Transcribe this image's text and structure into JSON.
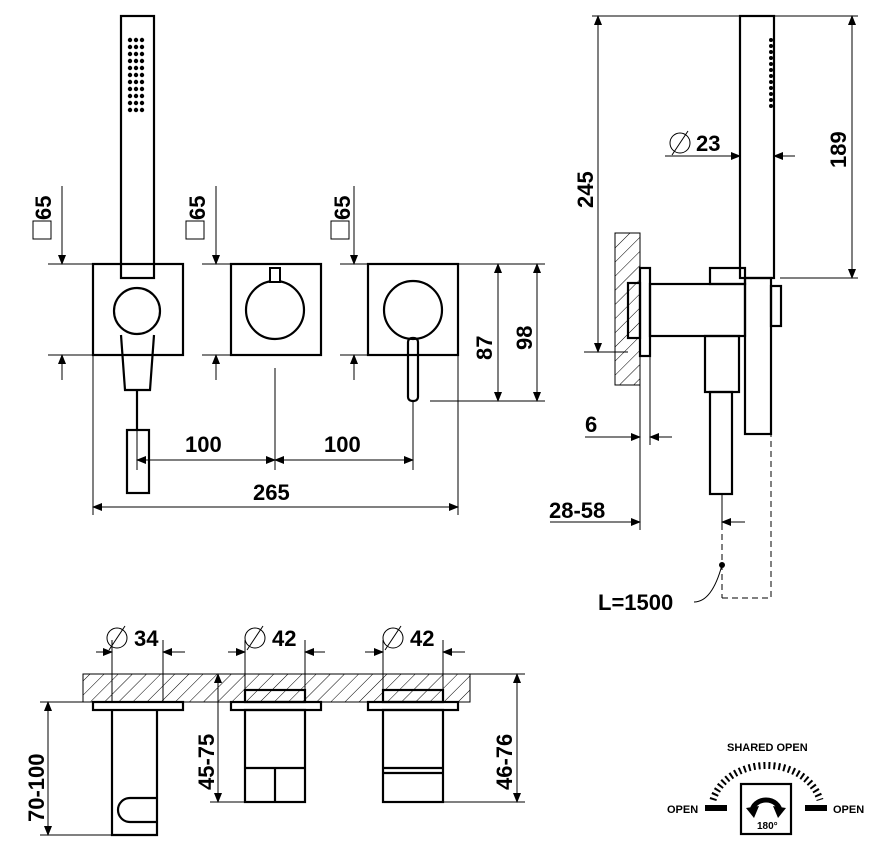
{
  "front_view": {
    "plate_size_label": "65",
    "plate_height_label": "87",
    "overall_height_label": "98",
    "spacing_left_label": "100",
    "spacing_right_label": "100",
    "overall_width_label": "265"
  },
  "side_view": {
    "total_height_label": "245",
    "handshower_length_label": "189",
    "handle_diameter_label": "23",
    "wall_offset_label": "6",
    "projection_label": "28-58",
    "hose_length_label": "L=1500"
  },
  "section_view": {
    "diameter_1_label": "34",
    "diameter_2_label": "42",
    "diameter_3_label": "42",
    "depth_1_label": "70-100",
    "depth_2_label": "45-75",
    "depth_3_label": "46-76"
  },
  "operation_symbol": {
    "shared_open_label": "SHARED OPEN",
    "open_left_label": "OPEN",
    "open_right_label": "OPEN",
    "rotation_label": "180°"
  }
}
